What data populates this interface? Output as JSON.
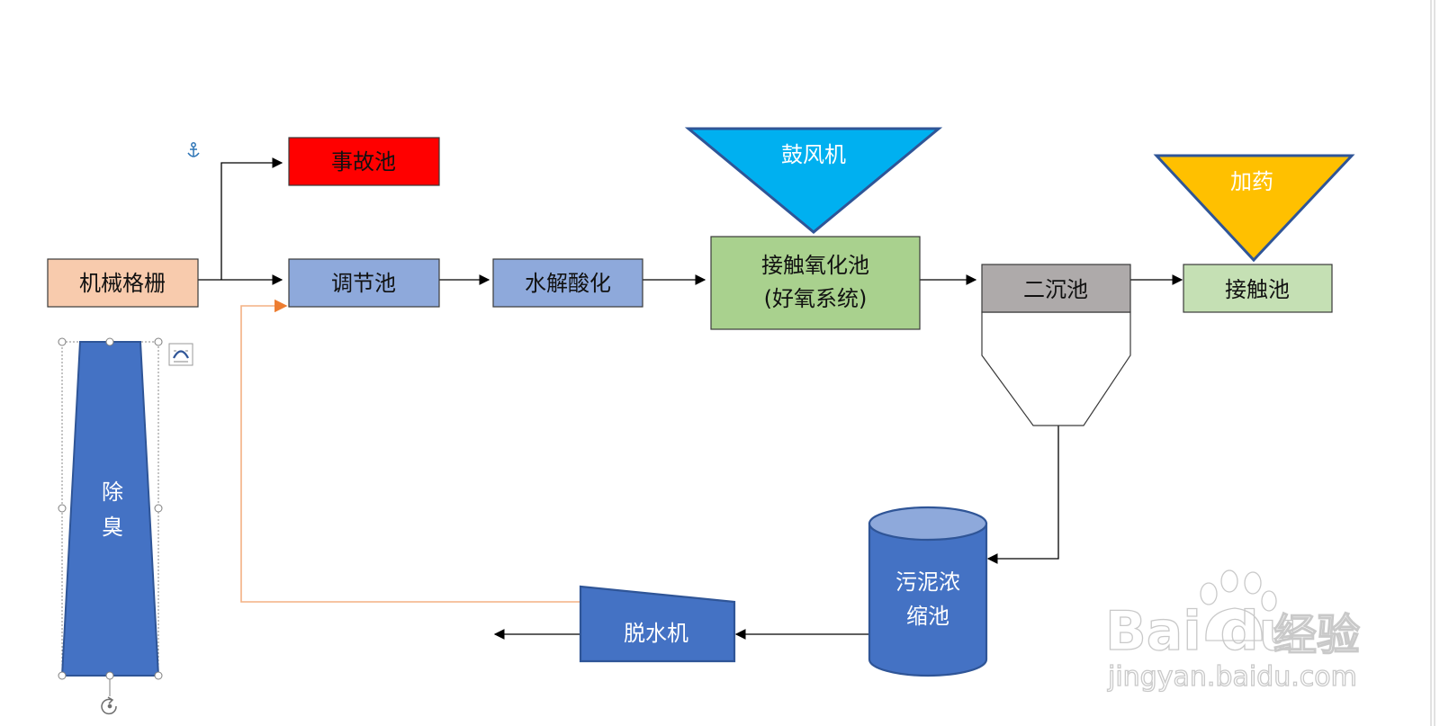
{
  "diagram": {
    "nodes": {
      "grille": "机械格栅",
      "accident_pool": "事故池",
      "equalization_pool": "调节池",
      "hydrolysis": "水解酸化",
      "contact_oxidation_line1": "接触氧化池",
      "contact_oxidation_line2": "(好氧系统)",
      "blower": "鼓风机",
      "secondary_clarifier": "二沉池",
      "dosing": "加药",
      "contact_pool": "接触池",
      "sludge_thickener_line1": "污泥浓",
      "sludge_thickener_line2": "缩池",
      "dewatering_machine": "脱水机",
      "deodorization_char1": "除",
      "deodorization_char2": "臭"
    },
    "colors": {
      "grille": "#F8CBAD",
      "accident_pool": "#FF0000",
      "blue_light": "#8EA9DB",
      "contact_oxidation": "#A9D18E",
      "blower": "#00B0F0",
      "blower_border": "#2F5597",
      "clarifier": "#AEAAAA",
      "dosing": "#FFC000",
      "contact_pool": "#C5E0B4",
      "blue_dark": "#4472C4",
      "return_line": "#F4B183"
    }
  },
  "watermark": {
    "brand": "Bai du",
    "brand_cn": "经验",
    "url": "jingyan.baidu.com"
  }
}
